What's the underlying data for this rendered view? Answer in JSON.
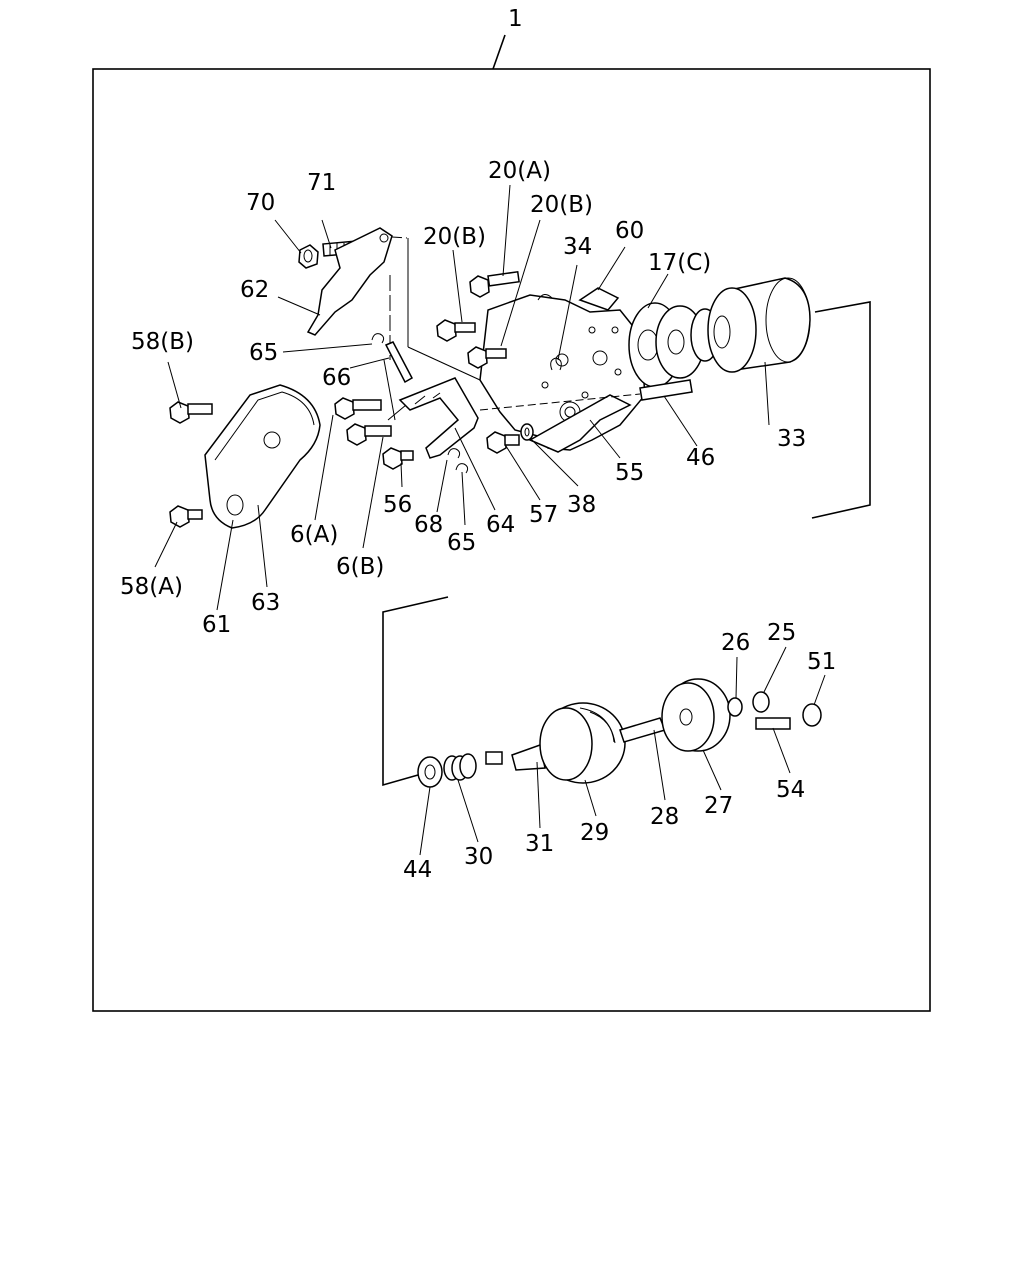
{
  "diagram": {
    "labels": {
      "assembly": "1",
      "p70": "70",
      "p71": "71",
      "p62": "62",
      "p58b": "58(B)",
      "p65a": "65",
      "p66": "66",
      "p20a": "20(A)",
      "p20b1": "20(B)",
      "p20b2": "20(B)",
      "p34": "34",
      "p60": "60",
      "p17c": "17(C)",
      "p33": "33",
      "p46": "46",
      "p55": "55",
      "p38": "38",
      "p57": "57",
      "p64": "64",
      "p65b": "65",
      "p68": "68",
      "p56": "56",
      "p6a": "6(A)",
      "p6b": "6(B)",
      "p58a": "58(A)",
      "p61": "61",
      "p63": "63",
      "p26": "26",
      "p25": "25",
      "p51": "51",
      "p54": "54",
      "p27": "27",
      "p28": "28",
      "p29": "29",
      "p31": "31",
      "p30": "30",
      "p44": "44"
    }
  }
}
